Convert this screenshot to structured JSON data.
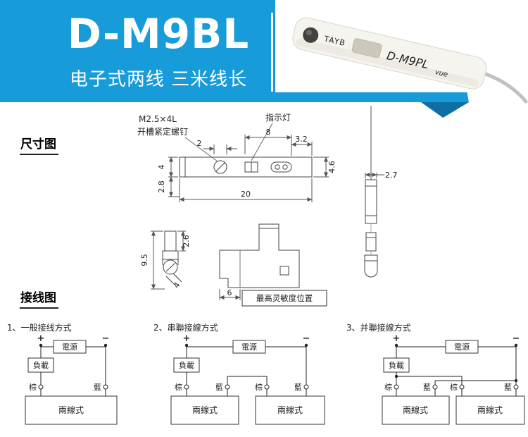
{
  "header": {
    "title": "D-M9BL",
    "subtitle": "电子式两线 三米线长",
    "product": {
      "brand": "TAYB",
      "model": "D-M9PL",
      "model_suffix": "vue"
    },
    "colors": {
      "banner_blue": "#189bd9",
      "fold_blue": "#0d6fa3"
    }
  },
  "sections": {
    "dimensions": "尺寸图",
    "wiring": "接线图"
  },
  "dimensions": {
    "screw_spec": "M2.5×4L",
    "screw_label": "开槽紧定螺钉",
    "indicator_label": "指示灯",
    "sensitivity_label": "最高灵敏度位置",
    "top_view": {
      "slot": "2",
      "indicator_span": "8",
      "end_offset": "3.2",
      "height_total": "4.6",
      "height_body": "4",
      "depth": "2.8",
      "length": "20"
    },
    "side_view": {
      "width": "2.7"
    },
    "detail_view": {
      "height_total": "9.5",
      "top_height": "2.6",
      "screw": "4"
    },
    "bottom_view": {
      "sensitivity_offset": "6"
    }
  },
  "wiring": {
    "diagrams": [
      {
        "title": "1、一般接线方式",
        "plus": "+",
        "minus": "−",
        "power": "電源",
        "load": "負載",
        "terminals": [
          "棕",
          "藍"
        ],
        "units": [
          "兩線式"
        ]
      },
      {
        "title": "2、串聯接線方式",
        "plus": "+",
        "minus": "−",
        "power": "電源",
        "load": "負載",
        "terminals": [
          "棕",
          "藍",
          "棕",
          "藍"
        ],
        "units": [
          "兩線式",
          "兩線式"
        ]
      },
      {
        "title": "3、并聯接線方式",
        "plus": "+",
        "minus": "−",
        "power": "電源",
        "load": "負載",
        "terminals": [
          "棕",
          "藍",
          "棕",
          "藍"
        ],
        "units": [
          "兩線式",
          "兩線式"
        ]
      }
    ]
  }
}
